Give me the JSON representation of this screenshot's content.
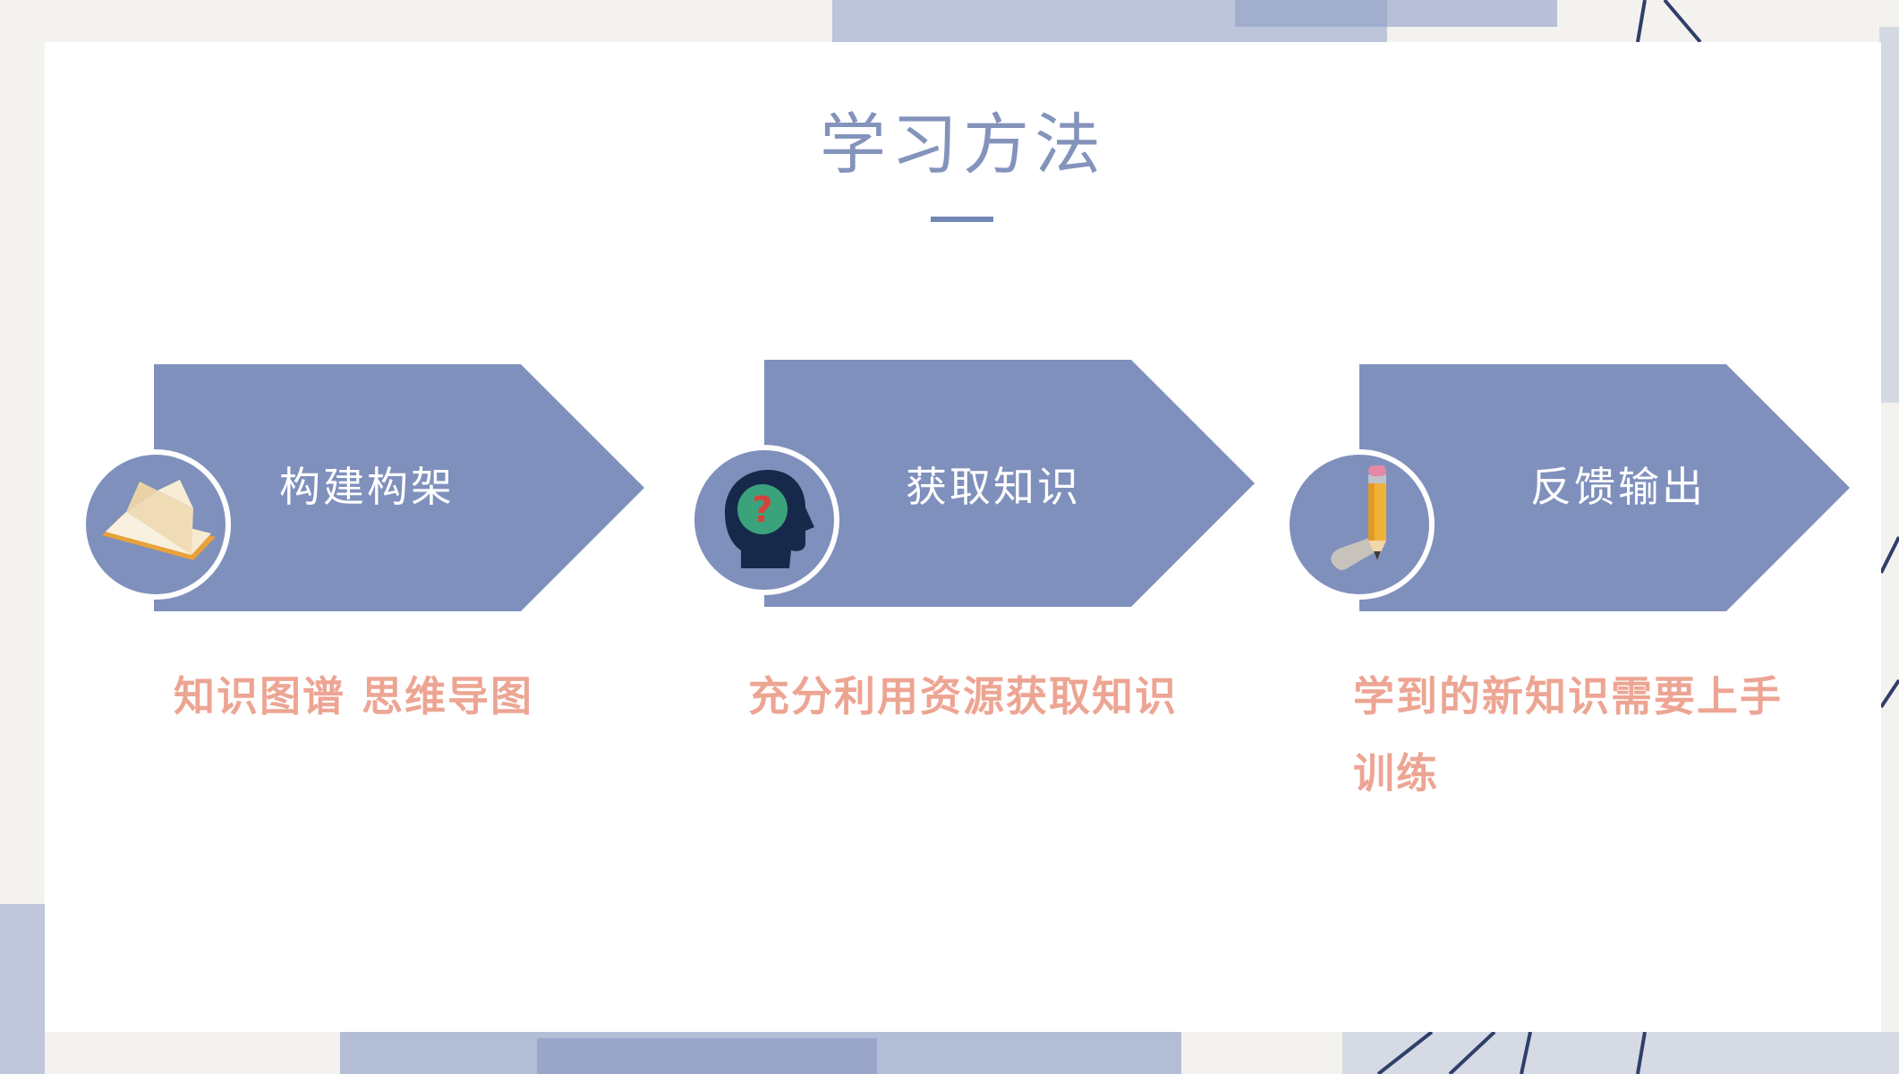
{
  "slide": {
    "title": "学习方法"
  },
  "steps": [
    {
      "label": "构建构架",
      "icon": "open-book-icon",
      "description": "知识图谱 思维导图"
    },
    {
      "label": "获取知识",
      "icon": "head-question-icon",
      "description": "充分利用资源获取知识"
    },
    {
      "label": "反馈输出",
      "icon": "pencil-icon",
      "description": "学到的新知识需要上手训练"
    }
  ],
  "colors": {
    "title": "#8393bb",
    "banner": "#7f90bc",
    "description": "#eda593",
    "accent_rule": "#7186b3"
  }
}
